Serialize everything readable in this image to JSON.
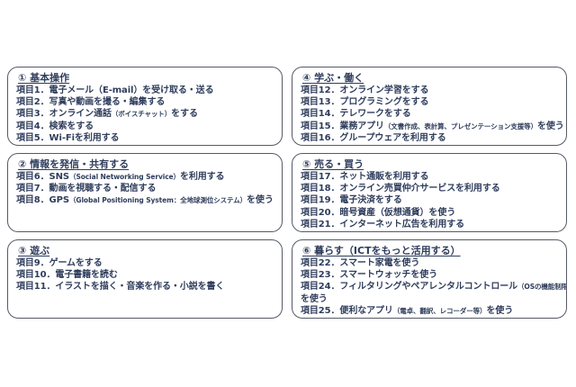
{
  "colors": {
    "text": "#2f3d5c",
    "border": "#555a66"
  },
  "categories": [
    {
      "title": "① 基本操作",
      "items": [
        {
          "main": "項目1．電子メール（E-mail）を受け取る・送る"
        },
        {
          "main": "項目2．写真や動画を撮る・編集する"
        },
        {
          "main": "項目3．オンライン通話",
          "small": "（ボイスチャット）",
          "after": "をする"
        },
        {
          "main": "項目4．検索をする"
        },
        {
          "main": "項目5．Wi-Fiを利用する"
        }
      ]
    },
    {
      "title": "② 情報を発信・共有する",
      "items": [
        {
          "main": "項目6．SNS",
          "small": "（Social Networking Service）",
          "after": "を利用する"
        },
        {
          "main": "項目7．動画を視聴する・配信する"
        },
        {
          "main": "項目8．GPS",
          "small": "（Global Positioning System：全地球測位システム）",
          "after": "を使う"
        }
      ]
    },
    {
      "title": "③ 遊ぶ",
      "items": [
        {
          "main": "項目9．ゲームをする"
        },
        {
          "main": "項目10．電子書籍を読む"
        },
        {
          "main": "項目11．イラストを描く・音楽を作る・小説を書く"
        }
      ]
    },
    {
      "title": "④ 学ぶ・働く",
      "items": [
        {
          "main": "項目12．オンライン学習をする"
        },
        {
          "main": "項目13．プログラミングをする"
        },
        {
          "main": "項目14．テレワークをする"
        },
        {
          "main": "項目15．業務アプリ",
          "small": "（文書作成、表計算、プレゼンテーション支援等）",
          "after": "を使う"
        },
        {
          "main": "項目16．グループウェアを利用する"
        }
      ]
    },
    {
      "title": "⑤ 売る・買う",
      "items": [
        {
          "main": "項目17．ネット通販を利用する"
        },
        {
          "main": "項目18．オンライン売買仲介サービスを利用する"
        },
        {
          "main": "項目19．電子決済をする"
        },
        {
          "main": "項目20．暗号資産（仮想通貨）を使う"
        },
        {
          "main": "項目21．インターネット広告を利用する"
        }
      ]
    },
    {
      "title": "⑥ 暮らす（ICTをもっと活用する）",
      "items": [
        {
          "main": "項目22．スマート家電を使う"
        },
        {
          "main": "項目23．スマートウォッチを使う"
        },
        {
          "main": "項目24．フィルタリングやペアレンタルコントロール",
          "small": "（OSの機能制限）",
          "after": "",
          "cont": "を使う"
        },
        {
          "main": "項目25．便利なアプリ",
          "small": "（電卓、翻訳、レコーダー等）",
          "after": "を使う"
        }
      ]
    }
  ]
}
